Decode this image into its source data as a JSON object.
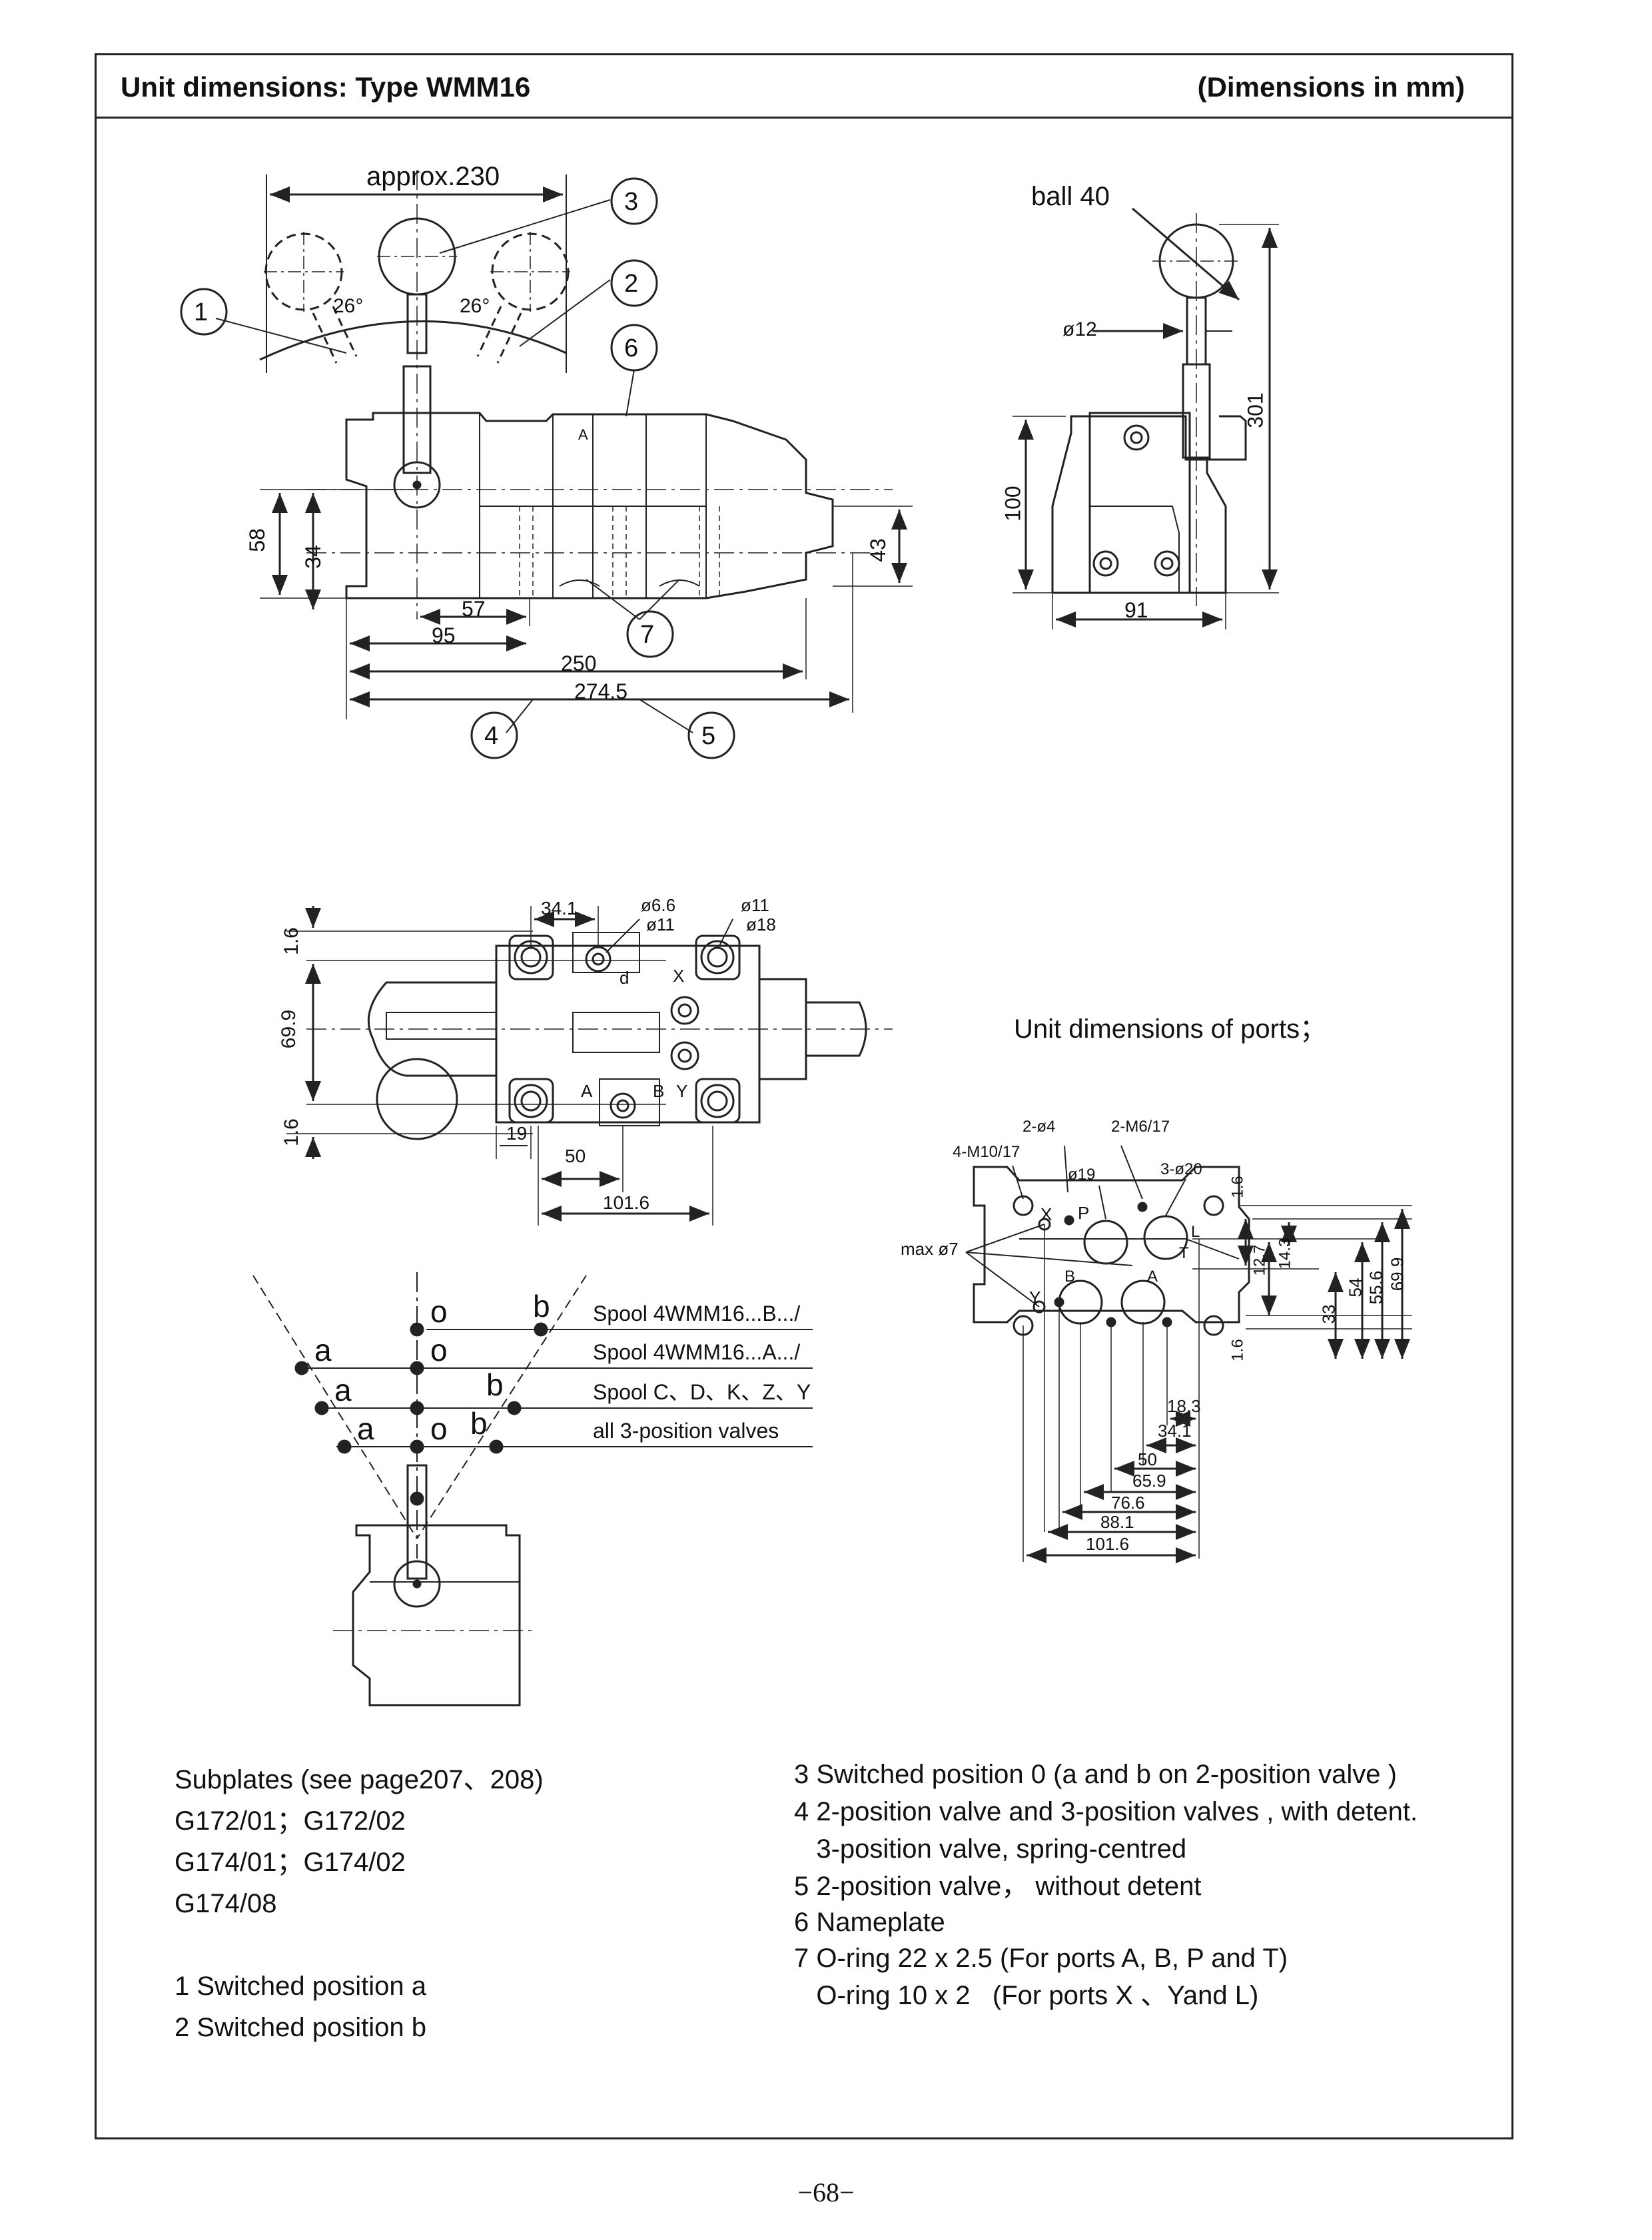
{
  "header": {
    "title": "Unit dimensions: Type WMM16",
    "units": "(Dimensions in mm)"
  },
  "dims": {
    "approx": "approx.230",
    "ball": "ball  40",
    "d12": "ø12",
    "d301": "301",
    "d100": "100",
    "d91": "91",
    "d58": "58",
    "d34": "34",
    "d43": "43",
    "d57": "57",
    "d95": "95",
    "d250": "250",
    "d2745": "274.5",
    "ang26a": "26°",
    "ang26b": "26°",
    "d16a": "1.6",
    "d699": "69.9",
    "d16b": "1.6",
    "d341": "34.1",
    "d66": "ø6.6",
    "d11a": "ø11",
    "d11b": "ø11",
    "d18": "ø18",
    "d19": "19",
    "d50": "50",
    "d1016": "101.6"
  },
  "callouts": [
    "1",
    "2",
    "3",
    "4",
    "5",
    "6",
    "7"
  ],
  "port_letters": {
    "A": "A",
    "B": "B",
    "X": "X",
    "Y": "Y",
    "d": "d",
    "P": "P",
    "T": "T",
    "L": "L",
    "A2": "A"
  },
  "ports_title": "Unit dimensions of ports；",
  "ports_dims": {
    "h1": "2-ø4",
    "h2": "2-M6/17",
    "h3": "4-M10/17",
    "h4": "ø19",
    "h5": "3-ø20",
    "h6": "max ø7",
    "v16a": "1.6",
    "v127": "12.7",
    "v143": "14.3",
    "v33": "33",
    "v54": "54",
    "v556": "55.6",
    "v699": "69.9",
    "v16b": "1.6",
    "b183": "18.3",
    "b341": "34.1",
    "b50": "50",
    "b659": "65.9",
    "b766": "76.6",
    "b881": "88.1",
    "b1016": "101.6"
  },
  "spool": {
    "lines": [
      "Spool 4WMM16...B.../",
      "Spool 4WMM16...A.../",
      "Spool C、D、K、Z、Y",
      "all 3-position valves"
    ],
    "letters": {
      "o1": "o",
      "b1": "b",
      "a2": "a",
      "o2": "o",
      "a3": "a",
      "b3": "b",
      "a4": "a",
      "o4": "o",
      "b4": "b"
    }
  },
  "notes_left": [
    "Subplates (see page207、208)",
    "G172/01；G172/02",
    "G174/01；G174/02",
    "G174/08",
    "1 Switched position a",
    "2 Switched position b"
  ],
  "notes_right": [
    "3 Switched position 0  (a and b on 2-position valve )",
    "4 2-position valve and 3-position valves , with detent.",
    "   3-position valve, spring-centred",
    "5 2-position valve， without  detent",
    "6 Nameplate",
    "7 O-ring 22 x 2.5  (For ports A, B, P and T)",
    "   O-ring 10 x 2   (For ports X 、Yand L)"
  ],
  "page_number": "−68−"
}
